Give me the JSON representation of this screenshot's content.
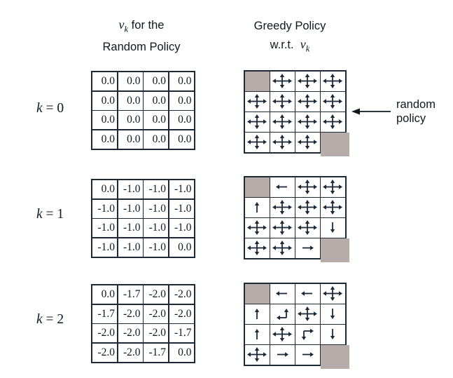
{
  "figure": {
    "left_header": {
      "math_var": "v",
      "math_sub": "k",
      "line1_rest": " for the",
      "line2": "Random Policy"
    },
    "right_header": {
      "line1": "Greedy Policy",
      "line2_prefix": "w.r.t.",
      "math_var": "v",
      "math_sub": "k"
    },
    "annotation": {
      "line1": "random",
      "line2": "policy"
    },
    "colors": {
      "ink": "#1c2a38",
      "terminal_fill": "#b6adaa",
      "background": "#ffffff"
    }
  },
  "rows": [
    {
      "k_var": "k",
      "k_eq": " = 0",
      "values": [
        [
          "0.0",
          "0.0",
          "0.0",
          "0.0"
        ],
        [
          "0.0",
          "0.0",
          "0.0",
          "0.0"
        ],
        [
          "0.0",
          "0.0",
          "0.0",
          "0.0"
        ],
        [
          "0.0",
          "0.0",
          "0.0",
          "0.0"
        ]
      ],
      "policy": [
        [
          "terminal",
          "cross",
          "cross",
          "cross"
        ],
        [
          "cross",
          "cross",
          "cross",
          "cross"
        ],
        [
          "cross",
          "cross",
          "cross",
          "cross"
        ],
        [
          "cross",
          "cross",
          "cross",
          "terminal"
        ]
      ]
    },
    {
      "k_var": "k",
      "k_eq": " = 1",
      "values": [
        [
          "0.0",
          "-1.0",
          "-1.0",
          "-1.0"
        ],
        [
          "-1.0",
          "-1.0",
          "-1.0",
          "-1.0"
        ],
        [
          "-1.0",
          "-1.0",
          "-1.0",
          "-1.0"
        ],
        [
          "-1.0",
          "-1.0",
          "-1.0",
          "0.0"
        ]
      ],
      "policy": [
        [
          "terminal",
          "left",
          "cross",
          "cross"
        ],
        [
          "up",
          "cross",
          "cross",
          "cross"
        ],
        [
          "cross",
          "cross",
          "cross",
          "down"
        ],
        [
          "cross",
          "cross",
          "right",
          "terminal"
        ]
      ]
    },
    {
      "k_var": "k",
      "k_eq": " = 2",
      "values": [
        [
          "0.0",
          "-1.7",
          "-2.0",
          "-2.0"
        ],
        [
          "-1.7",
          "-2.0",
          "-2.0",
          "-2.0"
        ],
        [
          "-2.0",
          "-2.0",
          "-2.0",
          "-1.7"
        ],
        [
          "-2.0",
          "-2.0",
          "-1.7",
          "0.0"
        ]
      ],
      "policy": [
        [
          "terminal",
          "left",
          "left",
          "cross"
        ],
        [
          "up",
          "up-left",
          "cross",
          "down"
        ],
        [
          "up",
          "cross",
          "right-down",
          "down"
        ],
        [
          "cross",
          "right",
          "right",
          "terminal"
        ]
      ]
    }
  ]
}
